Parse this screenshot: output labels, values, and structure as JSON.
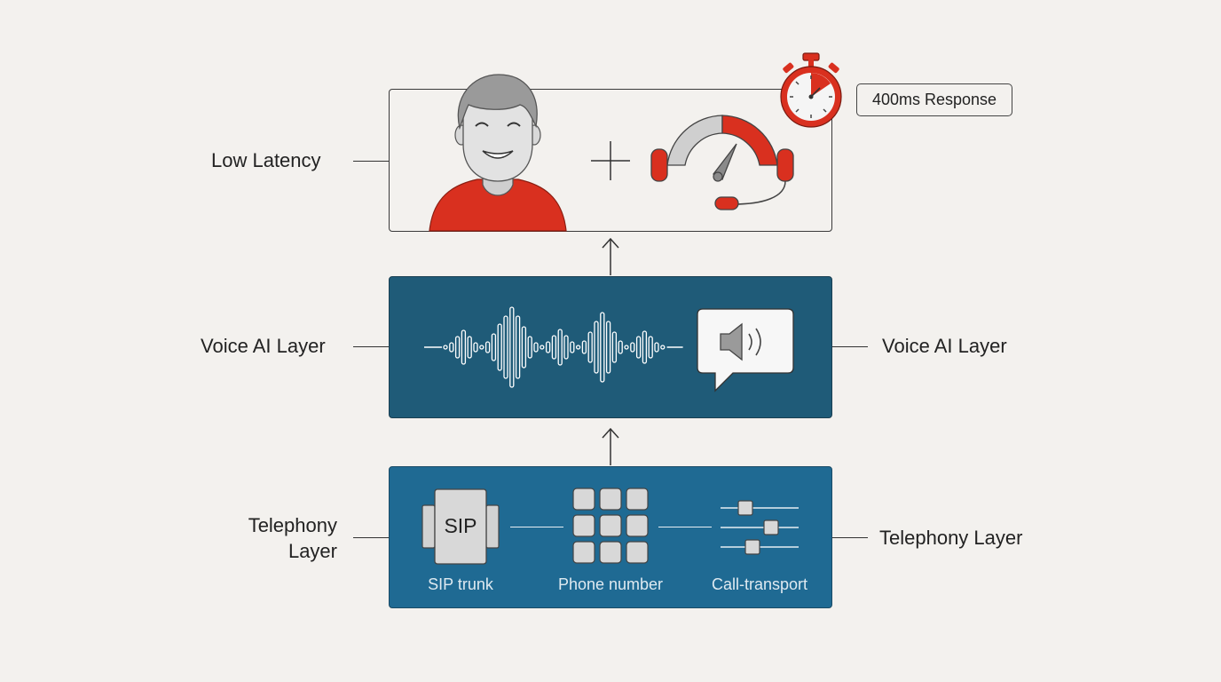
{
  "top_layer": {
    "label": "Low Latency",
    "badge": "400ms Response",
    "icons": [
      "smiling-person-icon",
      "plus-icon",
      "headset-speedometer-icon",
      "stopwatch-icon"
    ]
  },
  "voice_layer": {
    "label_left": "Voice AI Layer",
    "label_right": "Voice AI Layer",
    "icons": [
      "waveform-icon",
      "speaker-speech-bubble-icon"
    ]
  },
  "telephony_layer": {
    "label_left_line1": "Telephony",
    "label_left_line2": "Layer",
    "label_right": "Telephony Layer",
    "components": [
      {
        "icon": "sip-trunk-icon",
        "text": "SIP",
        "caption": "SIP trunk"
      },
      {
        "icon": "keypad-icon",
        "caption": "Phone number"
      },
      {
        "icon": "sliders-icon",
        "caption": "Call-transport"
      }
    ]
  },
  "colors": {
    "background": "#f3f1ee",
    "accent_red": "#d9301f",
    "voice_layer_fill": "#1f5b78",
    "telephony_layer_fill": "#1f6a93",
    "gray": "#c9c9c9"
  }
}
